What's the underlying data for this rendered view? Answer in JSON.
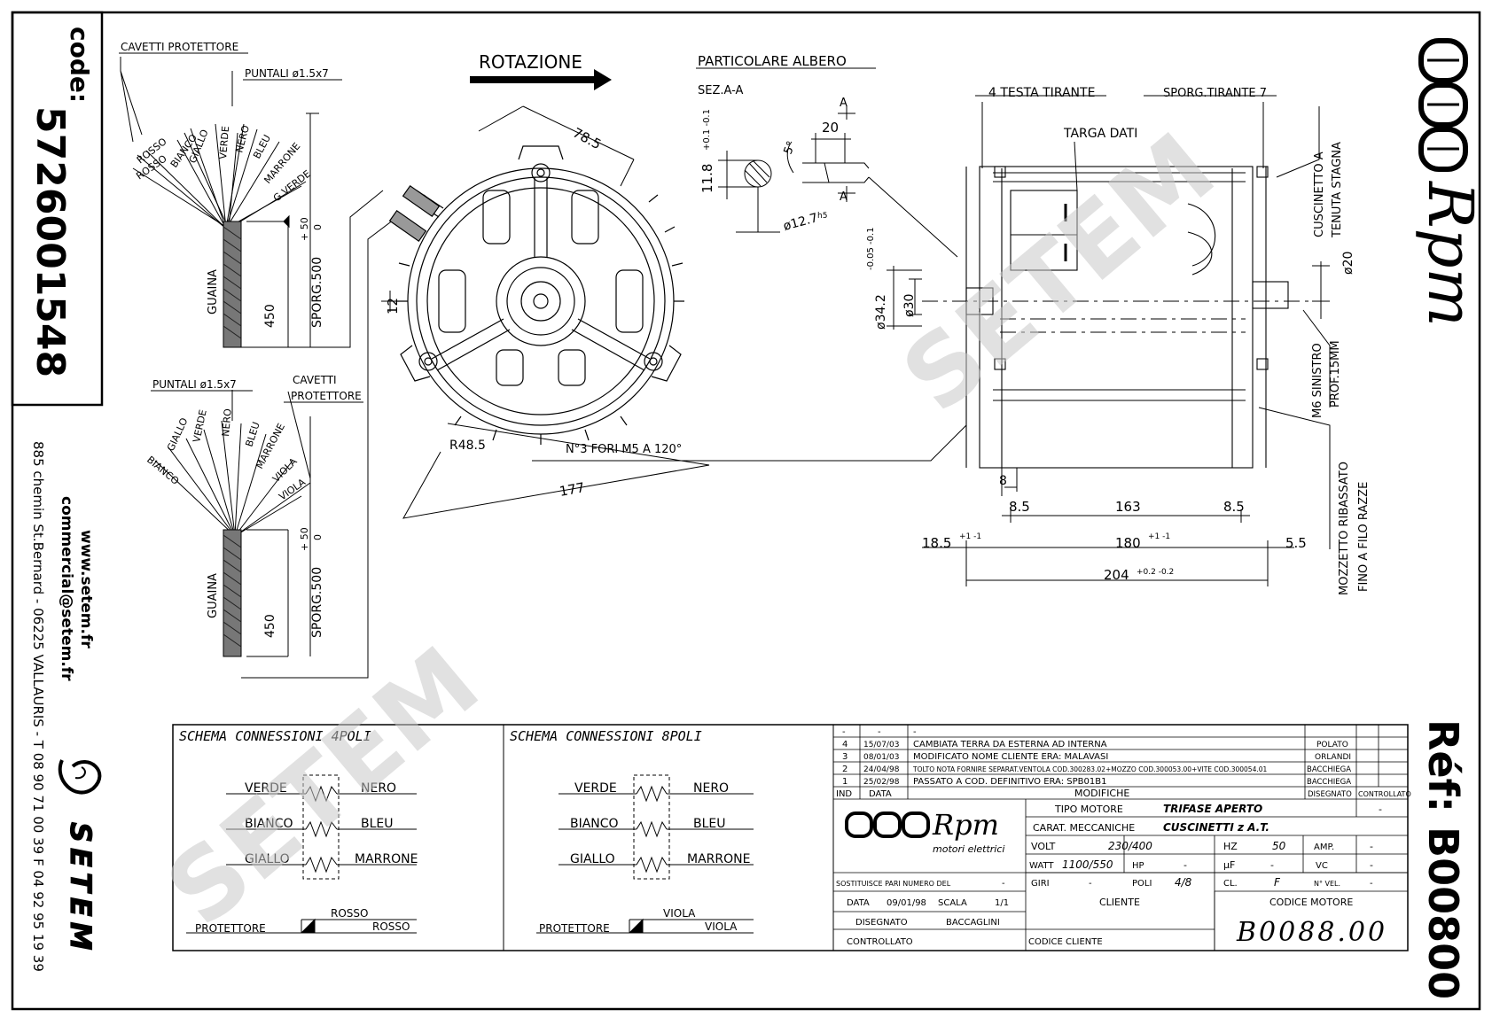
{
  "left_panel": {
    "code_label": "code:",
    "code_number": "5726001548",
    "address": "885 chemin St.Bernard - 06225 VALLAURIS - T 08 90 71 00 39  F 04 92 95 19 39",
    "email": "commercial@setem.fr",
    "website": "www.setem.fr",
    "brand": "SETEM"
  },
  "right_panel": {
    "ref_label": "Réf: B00800",
    "brand": "Rpm"
  },
  "cables_top": {
    "cavetti_protettore": "CAVETTI PROTETTORE",
    "puntali": "PUNTALI ø1.5x7",
    "wires": [
      "ROSSO",
      "ROSSO",
      "BIANCO",
      "GIALLO",
      "VERDE",
      "NERO",
      "BLEU",
      "MARRONE",
      "G.VERDE"
    ],
    "guaina": "GUAINA",
    "len_450": "450",
    "sporg": "SPORG.500",
    "tol_plus": "+ 50",
    "tol_zero": "0"
  },
  "cables_bottom": {
    "puntali": "PUNTALI ø1.5x7",
    "cavetti": "CAVETTI",
    "protettore": "PROTETTORE",
    "wires": [
      "BIANCO",
      "GIALLO",
      "VERDE",
      "NERO",
      "BLEU",
      "MARRONE",
      "VIOLA",
      "VIOLA"
    ],
    "guaina": "GUAINA",
    "len_450": "450",
    "sporg": "SPORG.500",
    "tol_plus": "+ 50",
    "tol_zero": "0"
  },
  "front_view": {
    "rotazione": "ROTAZIONE",
    "dim_78_5": "78.5",
    "dim_12": "12",
    "r48_5": "R48.5",
    "fori": "N°3 FORI M5 A 120°",
    "dim_177": "177"
  },
  "shaft_detail": {
    "title": "PARTICOLARE ALBERO",
    "section": "SEZ.A-A",
    "a_label": "A",
    "dim_20": "20",
    "angle": "5°",
    "dim_11_8": "11.8",
    "tol_11_8": "+0.1 -0.1",
    "dia_12_7": "ø12.7",
    "h5": "h5"
  },
  "side_view": {
    "testa_tirante": "4 TESTA TIRANTE",
    "sporg_tirante": "SPORG.TIRANTE 7",
    "targa_dati": "TARGA DATI",
    "cuscinetto_a": "CUSCINETTO A",
    "tenuta_stagna": "TENUTA STAGNA",
    "dia_20": "ø20",
    "dia_34_2": "ø34.2",
    "tol_34_2": "-0.05 -0.1",
    "dia_30": "ø30",
    "m6_sinistro": "M6 SINISTRO",
    "prof": "PROF.15MM",
    "mozzetto": "MOZZETTO RIBASSATO",
    "filo_razze": "FINO A FILO RAZZE",
    "dim_8": "8",
    "dim_8_5a": "8.5",
    "dim_163": "163",
    "dim_8_5b": "8.5",
    "dim_18_5": "18.5",
    "tol_pm1": "+1 -1",
    "dim_180": "180",
    "dim_5_5": "5.5",
    "dim_204": "204",
    "tol_204": "+0.2 -0.2"
  },
  "schema4": {
    "title": "SCHEMA CONNESSIONI 4POLI",
    "left": [
      "VERDE",
      "BIANCO",
      "GIALLO"
    ],
    "right": [
      "NERO",
      "BLEU",
      "MARRONE"
    ],
    "protettore": "PROTETTORE",
    "rosso_a": "ROSSO",
    "rosso_b": "ROSSO"
  },
  "schema8": {
    "title": "SCHEMA CONNESSIONI 8POLI",
    "left": [
      "VERDE",
      "BIANCO",
      "GIALLO"
    ],
    "right": [
      "NERO",
      "BLEU",
      "MARRONE"
    ],
    "protettore": "PROTETTORE",
    "viola_a": "VIOLA",
    "viola_b": "VIOLA"
  },
  "revisions": {
    "rows": [
      {
        "ind": "-",
        "data": "-",
        "desc": "-",
        "by": ""
      },
      {
        "ind": "4",
        "data": "15/07/03",
        "desc": "CAMBIATA TERRA DA ESTERNA AD INTERNA",
        "by": "POLATO"
      },
      {
        "ind": "3",
        "data": "08/01/03",
        "desc": "MODIFICATO NOME CLIENTE ERA: MALAVASI",
        "by": "ORLANDI"
      },
      {
        "ind": "2",
        "data": "24/04/98",
        "desc": "TOLTO NOTA FORNIRE SEPARAT.VENTOLA COD.300283.02+MOZZO COD.300053.00+VITE COD.300054.01",
        "by": "BACCHIEGA"
      },
      {
        "ind": "1",
        "data": "25/02/98",
        "desc": "PASSATO A COD. DEFINITIVO ERA: SPB01B1",
        "by": "BACCHIEGA"
      }
    ],
    "h_ind": "IND",
    "h_data": "DATA",
    "h_modifiche": "MODIFICHE",
    "h_disegnato": "DISEGNATO",
    "h_controllato": "CONTROLLATO"
  },
  "title_block": {
    "logo_text": "Rpm",
    "logo_sub": "motori elettrici",
    "tipo_motore_label": "TIPO MOTORE",
    "tipo_motore": "TRIFASE APERTO",
    "tipo_dash": "-",
    "carat_label": "CARAT. MECCANICHE",
    "carat": "CUSCINETTI z A.T.",
    "volt_label": "VOLT",
    "volt": "230/400",
    "hz_label": "HZ",
    "hz": "50",
    "amp_label": "AMP.",
    "amp": "-",
    "watt_label": "WATT",
    "watt": "1100/550",
    "hp_label": "HP",
    "hp": "-",
    "uf_label": "µF",
    "uf": "-",
    "vc_label": "VC",
    "vc": "-",
    "giri_label": "GIRI",
    "giri": "-",
    "poli_label": "POLI",
    "poli": "4/8",
    "cl_label": "CL.",
    "cl": "F",
    "nvel_label": "N° VEL.",
    "nvel": "-",
    "sostituisce": "SOSTITUISCE PARI NUMERO DEL",
    "sost_dash": "-",
    "data_label": "DATA",
    "data": "09/01/98",
    "scala_label": "SCALA",
    "scala": "1/1",
    "disegnato_label": "DISEGNATO",
    "disegnato": "BACCAGLINI",
    "controllato_label": "CONTROLLATO",
    "cliente_label": "CLIENTE",
    "codice_cliente_label": "CODICE CLIENTE",
    "codice_motore_label": "CODICE MOTORE",
    "codice_motore": "B0088.00"
  },
  "watermark": "SETEM"
}
